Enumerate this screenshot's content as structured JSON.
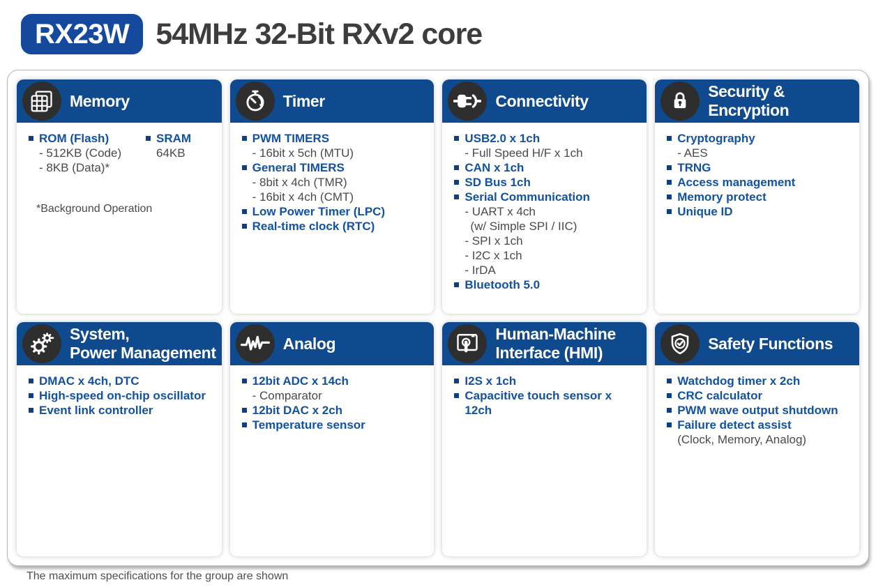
{
  "header": {
    "chip_name": "RX23W",
    "title": "54MHz 32-Bit RXv2 core"
  },
  "footer": {
    "note": "The maximum specifications for the group are shown"
  },
  "colors": {
    "header_bar_blue": "#0e4a8d",
    "badge_blue": "#14499e",
    "feature_blue": "#1352a0",
    "sub_text_gray": "#4a4a4a",
    "icon_circle_dark": "#2e2e2e",
    "title_gray": "#3d3d3d",
    "panel_border_gray": "#b8b8b8"
  },
  "cards": [
    {
      "id": "memory",
      "icon": "memory-icon",
      "title_lines": [
        "Memory"
      ],
      "columns": [
        {
          "items": [
            {
              "type": "bullet",
              "text": "ROM (Flash)"
            },
            {
              "type": "sub",
              "text": "- 512KB (Code)"
            },
            {
              "type": "sub",
              "text": "- 8KB (Data)*"
            }
          ]
        },
        {
          "items": [
            {
              "type": "bullet",
              "text": "SRAM"
            },
            {
              "type": "sub",
              "text": "64KB"
            }
          ]
        }
      ],
      "note": "*Background Operation"
    },
    {
      "id": "timer",
      "icon": "timer-icon",
      "title_lines": [
        "Timer"
      ],
      "columns": [
        {
          "items": [
            {
              "type": "bullet",
              "text": "PWM TIMERS"
            },
            {
              "type": "sub",
              "text": "- 16bit x 5ch (MTU)"
            },
            {
              "type": "bullet",
              "text": "General TIMERS"
            },
            {
              "type": "sub",
              "text": "- 8bit x 4ch (TMR)"
            },
            {
              "type": "sub",
              "text": "- 16bit x 4ch (CMT)"
            },
            {
              "type": "bullet",
              "text": "Low Power Timer (LPC)"
            },
            {
              "type": "bullet",
              "text": "Real-time clock (RTC)"
            }
          ]
        }
      ]
    },
    {
      "id": "connectivity",
      "icon": "connectivity-icon",
      "title_lines": [
        "Connectivity"
      ],
      "columns": [
        {
          "items": [
            {
              "type": "bullet",
              "text": "USB2.0 x 1ch"
            },
            {
              "type": "sub",
              "text": "- Full Speed H/F x 1ch"
            },
            {
              "type": "bullet",
              "text": "CAN x 1ch"
            },
            {
              "type": "bullet",
              "text": "SD Bus 1ch"
            },
            {
              "type": "bullet",
              "text": "Serial Communication"
            },
            {
              "type": "sub",
              "text": "- UART x 4ch"
            },
            {
              "type": "sub2",
              "text": "(w/ Simple SPI / IIC)"
            },
            {
              "type": "sub",
              "text": "- SPI x 1ch"
            },
            {
              "type": "sub",
              "text": "- I2C x 1ch"
            },
            {
              "type": "sub",
              "text": "- IrDA"
            },
            {
              "type": "bullet",
              "text": "Bluetooth 5.0"
            }
          ]
        }
      ]
    },
    {
      "id": "security",
      "icon": "security-icon",
      "title_lines": [
        "Security &",
        "Encryption"
      ],
      "columns": [
        {
          "items": [
            {
              "type": "bullet",
              "text": "Cryptography"
            },
            {
              "type": "sub",
              "text": "- AES"
            },
            {
              "type": "bullet",
              "text": "TRNG"
            },
            {
              "type": "bullet",
              "text": "Access management"
            },
            {
              "type": "bullet",
              "text": "Memory protect"
            },
            {
              "type": "bullet",
              "text": "Unique ID"
            }
          ]
        }
      ]
    },
    {
      "id": "system-power",
      "icon": "system-icon",
      "title_lines": [
        "System,",
        "Power Management"
      ],
      "columns": [
        {
          "items": [
            {
              "type": "bullet",
              "text": "DMAC x 4ch, DTC"
            },
            {
              "type": "bullet",
              "text": "High-speed on-chip oscillator"
            },
            {
              "type": "bullet",
              "text": "Event link controller"
            }
          ]
        }
      ]
    },
    {
      "id": "analog",
      "icon": "analog-icon",
      "title_lines": [
        "Analog"
      ],
      "columns": [
        {
          "items": [
            {
              "type": "bullet",
              "text": "12bit ADC x 14ch"
            },
            {
              "type": "sub",
              "text": "- Comparator"
            },
            {
              "type": "bullet",
              "text": "12bit DAC x 2ch"
            },
            {
              "type": "bullet",
              "text": "Temperature sensor"
            }
          ]
        }
      ]
    },
    {
      "id": "hmi",
      "icon": "hmi-icon",
      "title_lines": [
        "Human-Machine",
        "Interface (HMI)"
      ],
      "columns": [
        {
          "items": [
            {
              "type": "bullet",
              "text": "I2S x 1ch"
            },
            {
              "type": "bullet",
              "text": "Capacitive touch sensor x 12ch"
            }
          ]
        }
      ]
    },
    {
      "id": "safety",
      "icon": "safety-icon",
      "title_lines": [
        "Safety Functions"
      ],
      "columns": [
        {
          "items": [
            {
              "type": "bullet",
              "text": "Watchdog timer x 2ch"
            },
            {
              "type": "bullet",
              "text": "CRC calculator"
            },
            {
              "type": "bullet",
              "text": "PWM wave output shutdown"
            },
            {
              "type": "bullet",
              "text": "Failure detect assist"
            },
            {
              "type": "sub",
              "text": "(Clock, Memory, Analog)"
            }
          ]
        }
      ]
    }
  ]
}
